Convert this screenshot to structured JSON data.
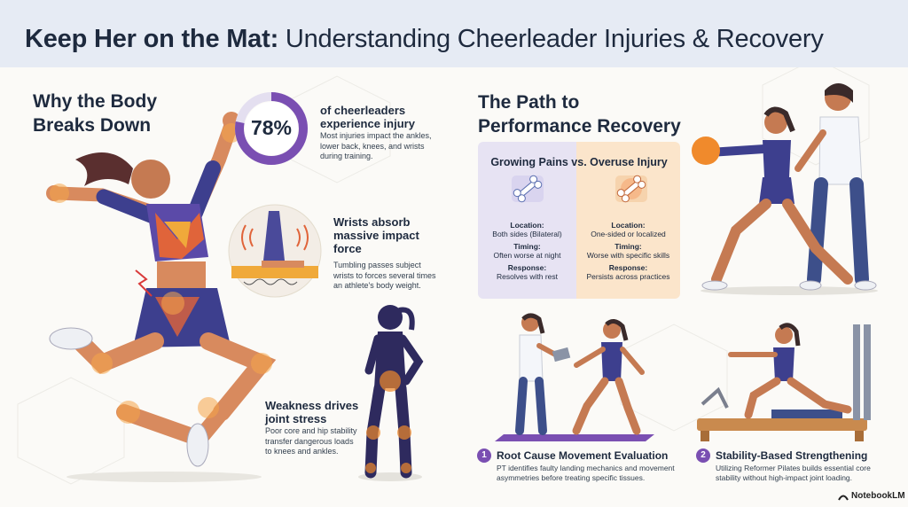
{
  "header": {
    "title_bold": "Keep Her on the Mat:",
    "title_rest": " Understanding Cheerleader Injuries & Recovery"
  },
  "left_section": {
    "heading_line1": "Why the Body",
    "heading_line2": "Breaks Down",
    "stat": {
      "value": "78%",
      "fraction": 0.78,
      "headline_line1": "of cheerleaders",
      "headline_line2": "experience injury",
      "body_lines": [
        "Most injuries impact the ankles,",
        "lower back, knees, and wrists",
        "during training."
      ]
    },
    "wrist": {
      "headline_lines": [
        "Wrists absorb",
        "massive impact",
        "force"
      ],
      "body_lines": [
        "Tumbling passes subject",
        "wrists to forces several times",
        "an athlete's body weight."
      ]
    },
    "weakness": {
      "headline_lines": [
        "Weakness drives",
        "joint stress"
      ],
      "body_lines": [
        "Poor core and hip stability",
        "transfer dangerous loads",
        "to knees and ankles."
      ]
    }
  },
  "right_section": {
    "heading_line1": "The Path to",
    "heading_line2": "Performance Recovery",
    "comparison": {
      "title": "Growing Pains vs. Overuse Injury",
      "left": {
        "label1": "Location:",
        "value1": "Both sides (Bilateral)",
        "label2": "Timing:",
        "value2": "Often worse at night",
        "label3": "Response:",
        "value3": "Resolves with rest"
      },
      "right": {
        "label1": "Location:",
        "value1": "One-sided or localized",
        "label2": "Timing:",
        "value2": "Worse with specific skills",
        "label3": "Response:",
        "value3": "Persists across practices"
      }
    },
    "steps": [
      {
        "number": "1",
        "title": "Root Cause Movement Evaluation",
        "desc_lines": [
          "PT identifies faulty landing mechanics and movement",
          "asymmetries before treating specific tissues."
        ]
      },
      {
        "number": "2",
        "title": "Stability-Based Strengthening",
        "desc_lines": [
          "Utilizing Reformer Pilates builds essential core",
          "stability without high-impact joint loading."
        ]
      }
    ]
  },
  "brand": {
    "label": "NotebookLM"
  },
  "colors": {
    "navy": "#1e2a3e",
    "purple": "#7a4fb2",
    "orange": "#f08a2c",
    "lavender": "#e7e3f3",
    "peach": "#fbe5cb",
    "header_bg": "#e6ebf4"
  }
}
